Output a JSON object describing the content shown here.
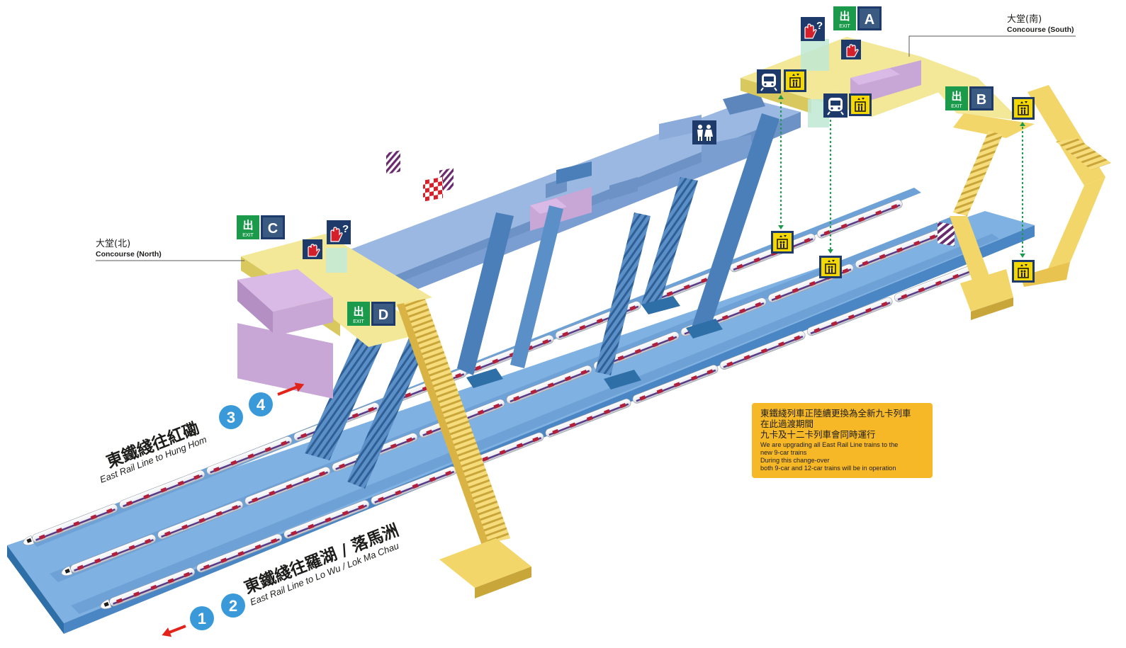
{
  "concourse_north": {
    "zh": "大堂(北)",
    "en": "Concourse (North)"
  },
  "concourse_south": {
    "zh": "大堂(南)",
    "en": "Concourse (South)"
  },
  "exits": [
    {
      "id": "A",
      "label": "EXIT"
    },
    {
      "id": "B",
      "label": "EXIT"
    },
    {
      "id": "C",
      "label": "EXIT"
    },
    {
      "id": "D",
      "label": "EXIT"
    }
  ],
  "direction_upper": {
    "zh": "東鐵綫往紅磡",
    "en": "East Rail Line to Hung Hom",
    "platforms": [
      "3",
      "4"
    ]
  },
  "direction_lower": {
    "zh": "東鐵綫往羅湖 / 落馬洲",
    "en": "East Rail Line to Lo Wu / Lok Ma Chau",
    "platforms": [
      "1",
      "2"
    ]
  },
  "notice": {
    "zh": [
      "東鐵綫列車正陸續更換為全新九卡列車",
      "在此過渡期間",
      "九卡及十二卡列車會同時運行"
    ],
    "en": [
      "We are upgrading all East Rail Line trains to the",
      "new 9-car trains",
      "During this change-over",
      "both 9-car and 12-car trains will be in operation"
    ]
  },
  "colors": {
    "platform": "#7fb1e2",
    "concourse_blue": "#8fb0dc",
    "concourse_yellow": "#f2e898",
    "escalator_blue": "#4a7fba",
    "escalator_yellow": "#f3d66a",
    "exit_green": "#1b9a4b",
    "exit_letter_bg": "#3b5a82",
    "platform_number": "#3a9ad9",
    "arrow_red": "#e2231a",
    "train_stripe": "#b21f3a",
    "notice_bg": "#f7b828",
    "lift_yellow": "#f5d800",
    "icon_navy": "#1d3a6b"
  },
  "icons": [
    "lift-icon",
    "train-icon",
    "toilet-icon",
    "customer-service-icon",
    "ticket-machine-icon",
    "exit-icon",
    "arrow-icon"
  ]
}
